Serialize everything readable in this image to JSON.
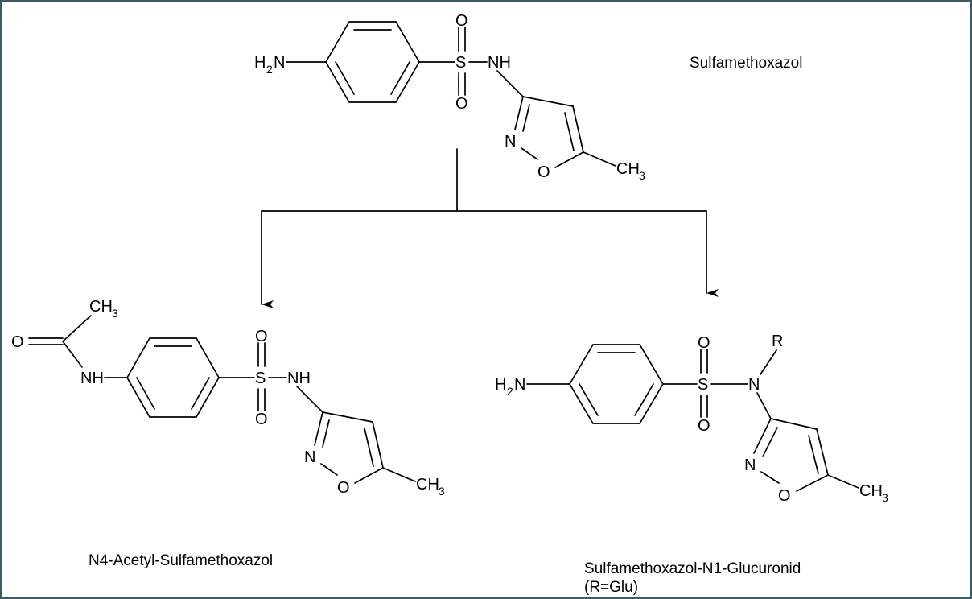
{
  "parent": {
    "name": "Sulfamethoxazol",
    "atoms": {
      "amine_h": "H",
      "amine_sub": "2",
      "amine_n": "N",
      "sulfur": "S",
      "oxo_top": "O",
      "oxo_bottom": "O",
      "sulfonamide_nh": "NH",
      "ring_n": "N",
      "ring_o": "O",
      "methyl_c": "CH",
      "methyl_sub": "3"
    }
  },
  "metabolite_1": {
    "name": "N4-Acetyl-Sulfamethoxazol",
    "atoms": {
      "acetyl_methyl_c": "CH",
      "acetyl_methyl_sub": "3",
      "carbonyl_o": "O",
      "amide_nh": "NH",
      "sulfur": "S",
      "oxo_top": "O",
      "oxo_bottom": "O",
      "sulfonamide_nh": "NH",
      "ring_n": "N",
      "ring_o": "O",
      "methyl_c": "CH",
      "methyl_sub": "3"
    }
  },
  "metabolite_2": {
    "name": "Sulfamethoxazol-N1-Glucuronid",
    "note": "(R=Glu)",
    "atoms": {
      "amine_h": "H",
      "amine_sub": "2",
      "amine_n": "N",
      "sulfur": "S",
      "oxo_top": "O",
      "oxo_bottom": "O",
      "sulfonamide_n": "N",
      "substituent_r": "R",
      "ring_n": "N",
      "ring_o": "O",
      "methyl_c": "CH",
      "methyl_sub": "3"
    }
  }
}
